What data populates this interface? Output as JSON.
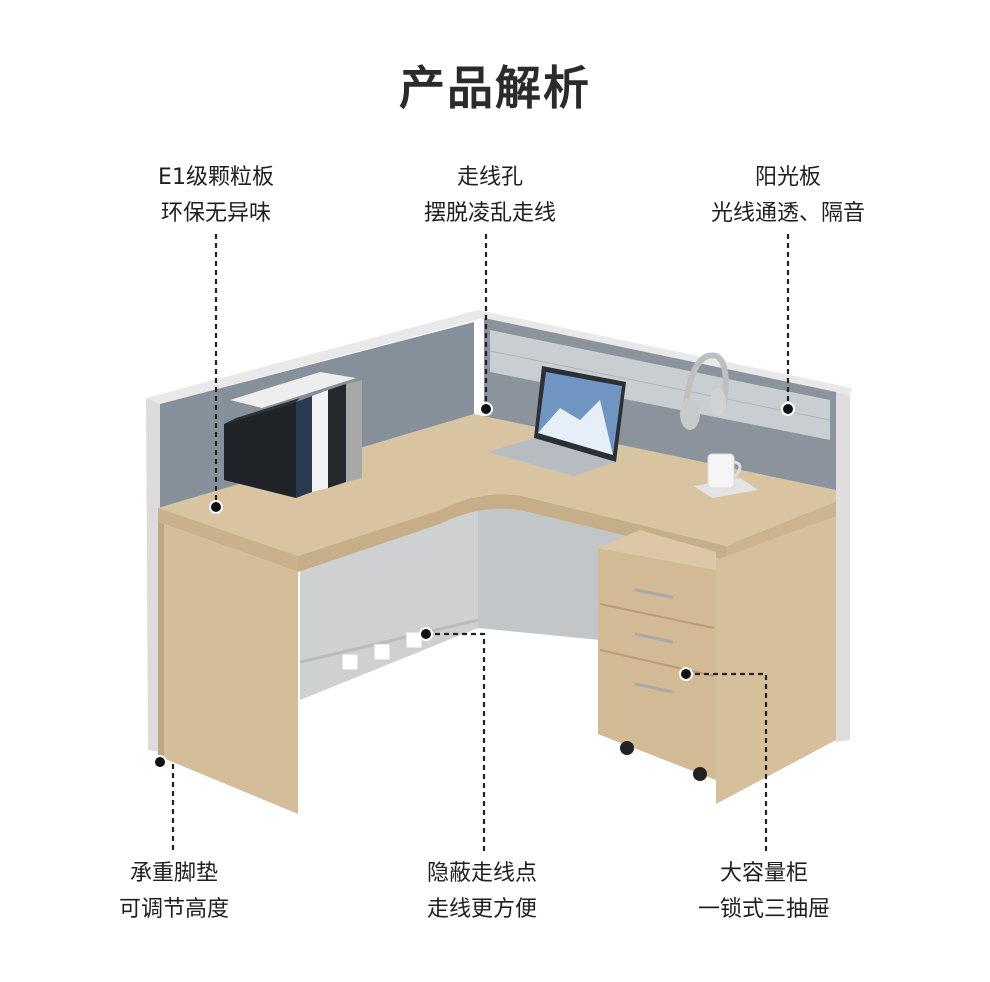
{
  "title": "产品解析",
  "annotations": [
    {
      "id": "e1-board",
      "line1": "E1级颗粒板",
      "line2": "环保无异味"
    },
    {
      "id": "cable-hole",
      "line1": "走线孔",
      "line2": "摆脱凌乱走线"
    },
    {
      "id": "sun-panel",
      "line1": "阳光板",
      "line2": "光线通透、隔音"
    },
    {
      "id": "foot-pad",
      "line1": "承重脚垫",
      "line2": "可调节高度"
    },
    {
      "id": "hidden-outlet",
      "line1": "隐蔽走线点",
      "line2": "走线更方便"
    },
    {
      "id": "cabinet",
      "line1": "大容量柜",
      "line2": "一锁式三抽屉"
    }
  ],
  "colors": {
    "wood": "#d8c3a1",
    "wood_dark": "#c4ab86",
    "panel_gray": "#8a939b",
    "frame": "#e6e6e6",
    "leader_line": "#222222"
  }
}
